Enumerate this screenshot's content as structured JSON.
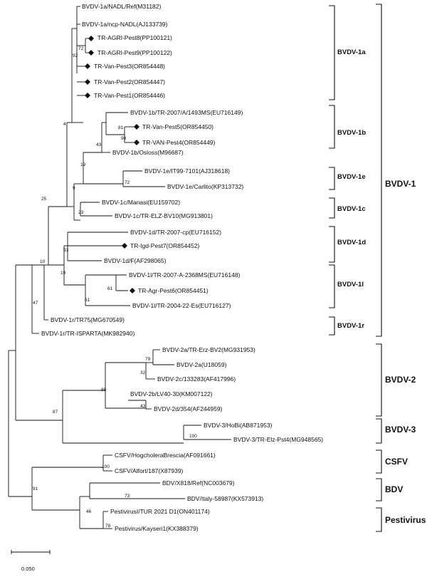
{
  "taxa": {
    "nadl_ref": "BVDV-1a/NADL/Ref(M31182)",
    "ncp_nadl": "BVDV-1a/ncp-NADL(AJ133739)",
    "agri_pest8": "TR-AGRI-Pest8(PP100121)",
    "agri_pest9": "TR-AGRI-Pest9(PP100122)",
    "van_pest3": "TR-Van-Pest3(OR854448)",
    "van_pest2": "TR-Van-Pest2(OR854447)",
    "van_pest1": "TR-Van-Pest1(OR854446)",
    "b1_tr2007": "BVDV-1b/TR-2007/A/1493MS(EU716149)",
    "van_pest5": "TR-Van-Pest5(OR854450)",
    "van_pest4": "TR-VAN-Pest4(OR854449)",
    "b1_osloss": "BVDV-1b/Osloss(M96687)",
    "e1_it99": "BVDV-1e/IT99-7101(AJ318618)",
    "e1_carlito": "BVDV-1e/Carlito(KP313732)",
    "c1_manasi": "BVDV-1c/Manasi(EU159702)",
    "c1_elz": "BVDV-1c/TR-ELZ-BV10(MG913801)",
    "d1_tr2007": "BVDV-1d/TR-2007-cp(EU716152)",
    "igd_pest7": "TR-Igd-Pest7(OR854452)",
    "d1_f": "BVDV-1d/F(AF298065)",
    "l1_tr2007": "BVDV-1l/TR-2007-A-2368MS(EU716148)",
    "agr_pest6": "TR-Agr-Pest6(OR854451)",
    "l1_tr2004": "BVDV-1l/TR-2004-22-Es(EU716127)",
    "r1_tr75": "BVDV-1r/TR75(MG670549)",
    "r1_isparta": "BVDV-1r/TR-ISPARTA(MK982940)",
    "a2_erz": "BVDV-2a/TR-Erz-BV2(MG931953)",
    "a2_u18": "BVDV-2a(U18059)",
    "c2_1": "BVDV-2c/133283(AF417996)",
    "b2_lv": "BVDV-2b/LV40-30(KM007122)",
    "d2_354": "BVDV-2d/354(AF244959)",
    "hobi": "BVDV-3/HoBi(AB871953)",
    "elz_pst4": "BVDV-3/TR-Elz-Pst4(MG948565)",
    "csfv_brescia": "CSFV/HogcholeraBrescia(AF091661)",
    "csfv_alfort": "CSFV/Alfort/187(X87939)",
    "bdv_ref": "BDV/X818/Ref(NC003679)",
    "bdv_italy": "BDV/Italy-58987(KX573913)",
    "pesti_tur": "PestivirusI/TUR 2021 D1(ON401174)",
    "pesti_kayseri": "Pestivirus/Kayseri1(KX388379)"
  },
  "bootstrap": {
    "n72": "72",
    "n92": "92",
    "n4": "4",
    "n81": "81",
    "n98": "98",
    "n43": "43",
    "n19a": "19",
    "n72b": "72",
    "n9": "9",
    "n23": "23",
    "n25": "25",
    "n93": "93",
    "n19b": "19",
    "n61": "61",
    "n10": "10",
    "n47": "47",
    "n79": "79",
    "n32": "32",
    "n88": "88",
    "n43b": "43",
    "n87": "87",
    "n100a": "100",
    "n100b": "100",
    "n91": "91",
    "n73": "73",
    "n46": "46",
    "n78": "78"
  },
  "clades": {
    "bvdv1a": "BVDV-1a",
    "bvdv1b": "BVDV-1b",
    "bvdv1e": "BVDV-1e",
    "bvdv1c": "BVDV-1c",
    "bvdv1d": "BVDV-1d",
    "bvdv1l": "BVDV-1l",
    "bvdv1r": "BVDV-1r",
    "bvdv1": "BVDV-1",
    "bvdv2": "BVDV-2",
    "bvdv3": "BVDV-3",
    "csfv": "CSFV",
    "bdv": "BDV",
    "pestivirus": "Pestivirus I"
  },
  "scale_bar": {
    "label": "0.050"
  }
}
